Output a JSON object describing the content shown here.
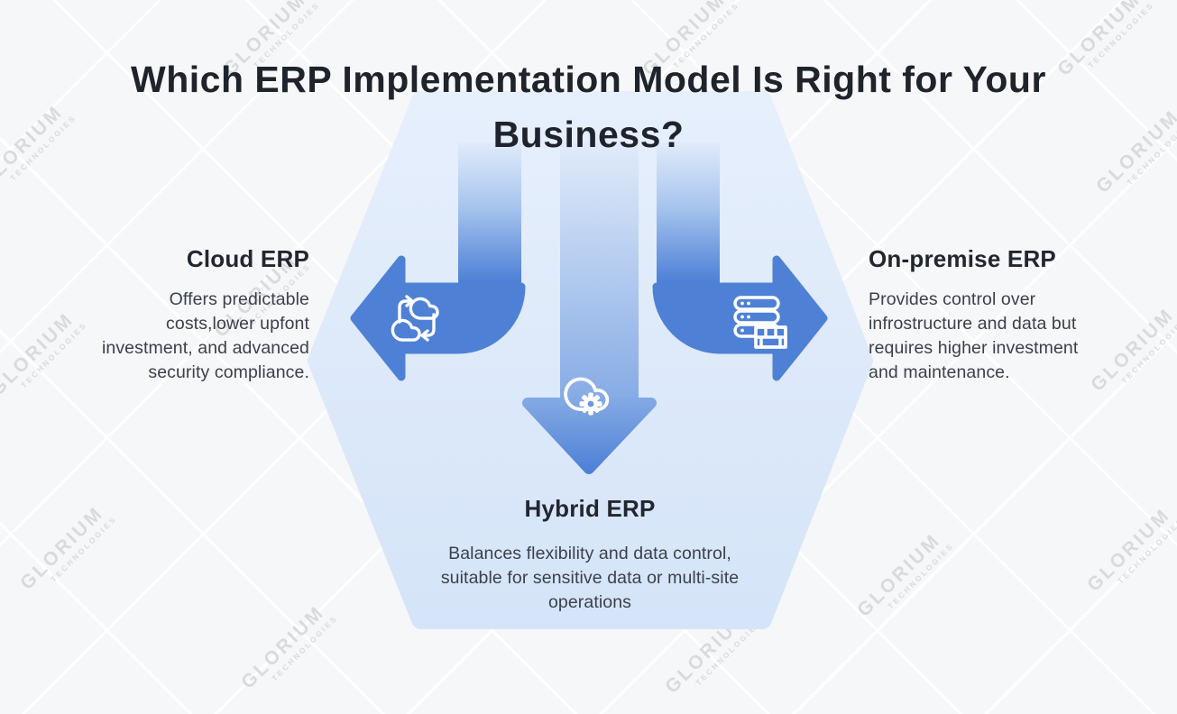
{
  "title": "Which ERP Implementation Model Is Right for Your\nBusiness?",
  "sections": {
    "cloud": {
      "heading": "Cloud ERP",
      "body": "Offers predictable\ncosts,lower upfont\ninvestment, and advanced\nsecurity compliance.",
      "icon": "cloud-sync-icon"
    },
    "on_premise": {
      "heading": "On-premise ERP",
      "body": "Provides control over\ninfrostructure and data but\nrequires higher investment\nand maintenance.",
      "icon": "server-icon"
    },
    "hybrid": {
      "heading": "Hybrid ERP",
      "body": "Balances flexibility and data control,\nsuitable for sensitive data or multi-site\noperations",
      "icon": "cloud-gear-icon"
    }
  },
  "watermark": {
    "line1": "GLORIUM",
    "line2": "TECHNOLOGIES"
  },
  "colors": {
    "arrow_blue": "#4e81d6",
    "hexagon_top": "#e6effc",
    "hexagon_bottom": "#d5e4f8",
    "title_text": "#1f232b",
    "body_text": "#3a414b"
  }
}
